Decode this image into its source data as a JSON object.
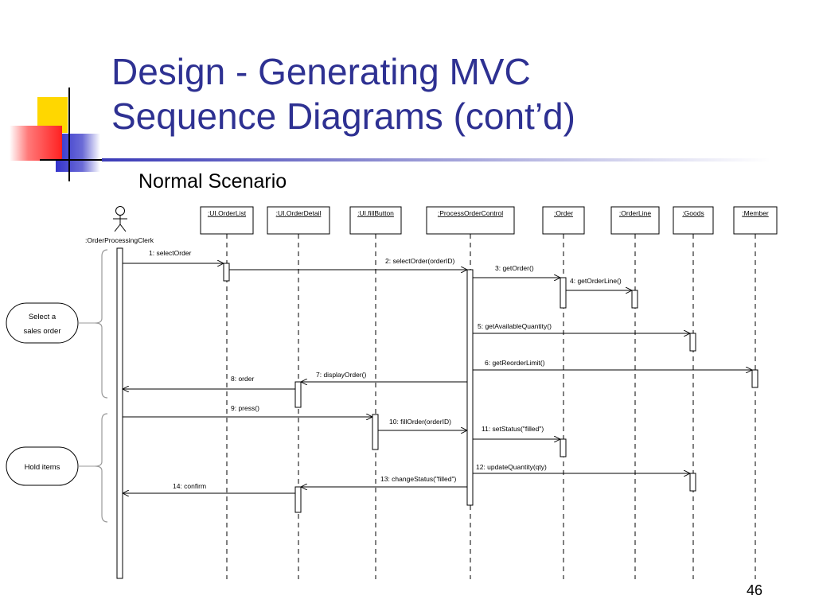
{
  "slide": {
    "title_line1": "Design - Generating MVC",
    "title_line2": "Sequence Diagrams (cont’d)",
    "subtitle": "Normal Scenario",
    "page_number": "46"
  },
  "diagram": {
    "actor": ":OrderProcessingClerk",
    "objects": [
      ":UI.OrderList",
      ":UI.OrderDetail",
      ":UI.fillButton",
      ":ProcessOrderControl",
      ":Order",
      ":OrderLine",
      ":Goods",
      ":Member"
    ],
    "messages": [
      "1: selectOrder",
      "2: selectOrder(orderID)",
      "3: getOrder()",
      "4: getOrderLine()",
      "5: getAvailableQuantity()",
      "6: getReorderLimit()",
      "7: displayOrder()",
      "8: order",
      "9: press()",
      "10: fillOrder(orderID)",
      "11: setStatus(\"filled\")",
      "12: updateQuantity(qty)",
      "13: changeStatus(\"filled\")",
      "14: confirm"
    ],
    "notes": [
      [
        "Select a",
        "sales order"
      ],
      [
        "Hold items"
      ]
    ]
  }
}
